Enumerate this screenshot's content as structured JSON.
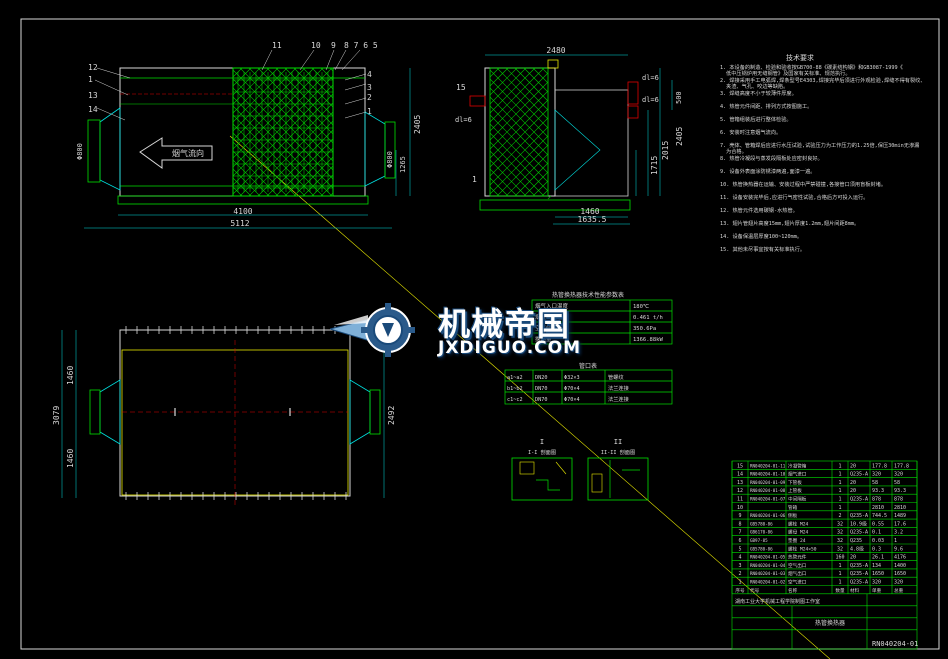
{
  "colors": {
    "background": "#000000",
    "frame": "#d8d8d8",
    "green": "#00e000",
    "yellow": "#e8e800",
    "cyan": "#00e0e0",
    "red": "#e00000",
    "white": "#ffffff",
    "magenta": "#ff40ff",
    "hatch": "#00c000"
  },
  "front_view": {
    "part_labels": [
      "11",
      "10",
      "9",
      "8",
      "7",
      "6",
      "5",
      "12",
      "1",
      "13",
      "4",
      "14",
      "3",
      "2",
      "1"
    ],
    "dims": {
      "overall_inner": "4100",
      "overall": "5112",
      "height": "2405",
      "height2": "1265",
      "dia_left": "Φ800",
      "dia_right": "Φ800"
    },
    "arrow_text": "烟气流向"
  },
  "side_view": {
    "labels": [
      "15",
      "dl=6",
      "dl=6",
      "dl=6",
      "1"
    ],
    "dims": {
      "top": "2480",
      "bottom1": "1460",
      "bottom2": "1635.5",
      "h1": "1715",
      "h2": "2015",
      "h3": "2405",
      "h4": "500"
    }
  },
  "plan_view": {
    "dims": {
      "total": "3079",
      "half1": "1460",
      "half2": "1460",
      "right": "2492"
    }
  },
  "tech_req": {
    "title": "技术要求",
    "lines": [
      "1. 本设备的制造、检验和验收按GB700-88《碳素结构钢》和GB3087-1999《低中压锅炉用无缝钢管》及国家有关标准、规范执行。",
      "2. 焊接采用手工电弧焊,焊条型号E4303,焊接完毕后须进行外观检验,焊缝不得有裂纹、夹渣、气孔、咬边等缺陷。",
      "3. 焊缝高度不小于较薄件厚度。",
      "4. 热管元件间距、排列方式按图施工。",
      "5. 管箱组装后进行整体检验。",
      "6. 安装时注意烟气流向。",
      "7. 壳体、管箱焊后应进行水压试验,试验压力为工作压力的1.25倍,保压30min无渗漏为合格。",
      "8. 热管冷凝段与蒸发段隔板处应密封良好。",
      "9. 设备外表面涂防锈漆两遍,面漆一遍。",
      "10. 热管换热器在运输、安装过程中严禁碰撞,各接管口须用盲板封堵。",
      "11. 设备安装完毕后,应进行气密性试验,合格后方可投入运行。",
      "12. 热管元件选用碳钢-水热管。",
      "13. 翅片管翅片高度15mm,翅片厚度1.2mm,翅片间距8mm。",
      "14. 设备保温层厚度100~120mm。",
      "15. 其他未尽事宜按有关标准执行。"
    ]
  },
  "param_table": {
    "title": "热管换热器技术性能参数表",
    "rows": [
      [
        "烟气入口温度",
        "180℃"
      ],
      [
        "烟气出口温度",
        "0.461 t/h"
      ],
      [
        "空气侧阻力",
        "350.6Pa"
      ],
      [
        "换热量",
        "1366.88kW"
      ]
    ]
  },
  "nozzle_table": {
    "title": "管口表",
    "rows": [
      [
        "a1~a2",
        "DN20",
        "Φ32×3",
        "管螺纹"
      ],
      [
        "b1~b2",
        "DN70",
        "Φ70×4",
        "法兰连接"
      ],
      [
        "c1~c2",
        "DN70",
        "Φ70×4",
        "法兰连接"
      ]
    ]
  },
  "section_views": {
    "left_title": "I-I 剖面图",
    "right_title": "II-II 剖面图"
  },
  "bom": {
    "rows": [
      [
        "15",
        "RN040204-01-11",
        "冷凝管箱",
        "1",
        "20",
        "177.8",
        "177.8"
      ],
      [
        "14",
        "RN040204-01-10",
        "烟气进口",
        "1",
        "Q235-A",
        "320",
        "320"
      ],
      [
        "13",
        "RN040204-01-09",
        "下管板",
        "1",
        "20",
        "58",
        "58"
      ],
      [
        "12",
        "RN040204-01-08",
        "上管板",
        "1",
        "20",
        "93.3",
        "93.3"
      ],
      [
        "11",
        "RN040204-01-07",
        "中间隔板",
        "1",
        "Q235-A",
        "878",
        "878"
      ],
      [
        "10",
        "",
        "管箱",
        "1",
        "",
        "2810",
        "2810"
      ],
      [
        "9",
        "RN040204-01-06",
        "侧板",
        "2",
        "Q235-A",
        "744.5",
        "1489"
      ],
      [
        "8",
        "GB5780-86",
        "螺栓 M24",
        "32",
        "10.9级",
        "0.55",
        "17.6"
      ],
      [
        "7",
        "GB6170-86",
        "螺母 M24",
        "32",
        "Q235-A",
        "0.1",
        "3.2"
      ],
      [
        "6",
        "GB97-85",
        "垫圈 24",
        "32",
        "Q235",
        "0.03",
        "1"
      ],
      [
        "5",
        "GB5780-86",
        "螺栓 M24×50",
        "32",
        "4.8级",
        "0.3",
        "9.6"
      ],
      [
        "4",
        "RN040204-01-05",
        "热管元件",
        "160",
        "20",
        "26.1",
        "4176"
      ],
      [
        "3",
        "RN040204-01-04",
        "空气出口",
        "1",
        "Q235-A",
        "134",
        "1400"
      ],
      [
        "2",
        "RN040204-01-03",
        "烟气出口",
        "1",
        "Q235-A",
        "1650",
        "1650"
      ],
      [
        "1",
        "RN040204-01-02",
        "空气进口",
        "1",
        "Q235-A",
        "320",
        "320"
      ]
    ],
    "header": [
      "序号",
      "代号",
      "名称",
      "数量",
      "材料",
      "单重",
      "总重"
    ],
    "school": "湖南工业大学机械工程学院制图工作室",
    "drawing_title": "热管换热器",
    "drawing_no": "RN040204-01"
  },
  "watermark": {
    "cn": "机械帝国",
    "en": "JXDIGUO.COM"
  }
}
